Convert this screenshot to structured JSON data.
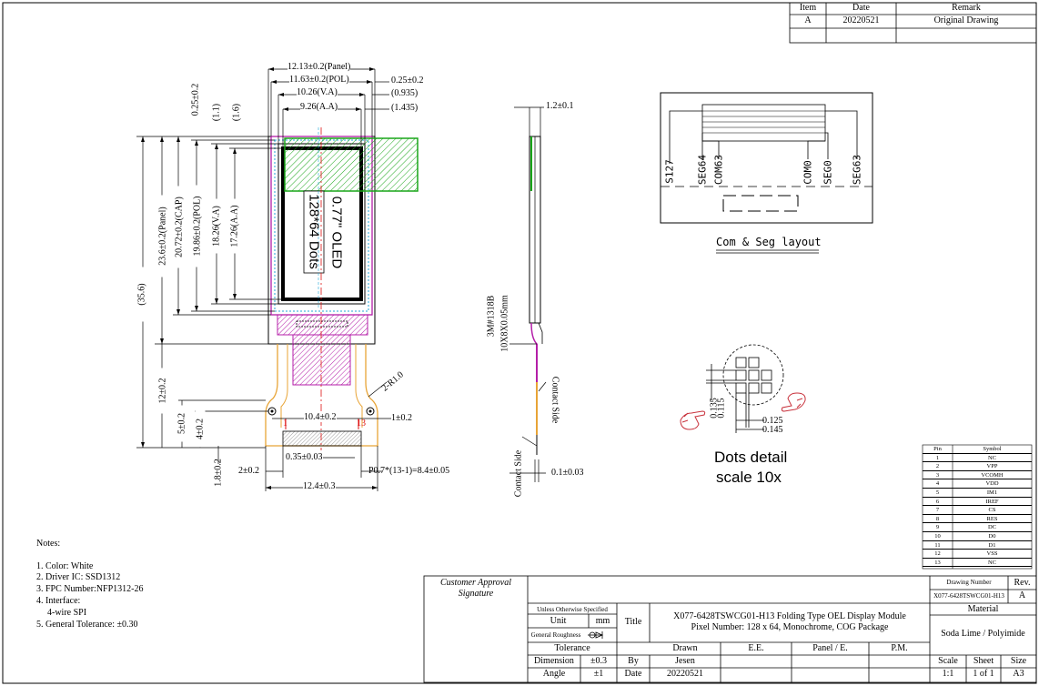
{
  "revision_table": {
    "headers": [
      "Item",
      "Date",
      "Remark"
    ],
    "row": [
      "A",
      "20220521",
      "Original Drawing"
    ]
  },
  "front_view": {
    "dim_panel_w": "12.13±0.2(Panel)",
    "dim_pol_w": "11.63±0.2(POL)",
    "dim_va_w": "10.26(V.A)",
    "dim_aa_w": "9.26(A.A)",
    "dim_r1": "0.25±0.2",
    "dim_r2": "(0.935)",
    "dim_r3": "(1.435)",
    "dim_top_1": "0.25±0.2",
    "dim_top_2": "(1.1)",
    "dim_top_3": "(1.6)",
    "dim_v_356": "(35.6)",
    "dim_v_panel": "23.6±0.2(Panel)",
    "dim_v_cap": "20.72±0.2(CAP)",
    "dim_v_pol": "19.86±0.2(POL)",
    "dim_v_va": "18.26(V.A)",
    "dim_v_aa": "17.26(A.A)",
    "oled_line1": "0.77\" OLED",
    "oled_line2": "128*64 Dots",
    "dim_12": "12±0.2",
    "dim_5": "5±0.2",
    "dim_4": "4±0.2",
    "dim_18": "1.8±0.2",
    "dim_104": "10.4±0.2",
    "dim_1": "1±0.2",
    "dim_r12": "2-R1.0",
    "pin_1": "1",
    "pin_13": "13",
    "dim_035": "0.35±0.03",
    "dim_2": "2±0.2",
    "dim_pitch": "P0.7*(13-1)=8.4±0.05",
    "dim_124": "12.4±0.3"
  },
  "side_view": {
    "dim_thick": "1.2±0.1",
    "tape": "3M#1318B",
    "tape_size": "10X8X0.05mm",
    "contact_side_1": "Contact Side",
    "contact_side_2": "Contact Side",
    "dim_fpc": "0.1±0.03"
  },
  "layout": {
    "labels": [
      "S127",
      "SEG64",
      "COM63",
      "COM0",
      "SEG0",
      "SEG63"
    ],
    "caption": "Com & Seg layout"
  },
  "dots": {
    "d1": "0.115",
    "d2": "0.135",
    "d3": "0.125",
    "d4": "0.145",
    "title1": "Dots detail",
    "title2": "scale 10x"
  },
  "pin_table": {
    "headers": [
      "Pin",
      "Symbol"
    ],
    "rows": [
      [
        "1",
        "NC"
      ],
      [
        "2",
        "VPP"
      ],
      [
        "3",
        "VCOMH"
      ],
      [
        "4",
        "VDD"
      ],
      [
        "5",
        "IM1"
      ],
      [
        "6",
        "IREF"
      ],
      [
        "7",
        "CS"
      ],
      [
        "8",
        "RES"
      ],
      [
        "9",
        "DC"
      ],
      [
        "10",
        "D0"
      ],
      [
        "11",
        "D1"
      ],
      [
        "12",
        "VSS"
      ],
      [
        "13",
        "NC"
      ]
    ]
  },
  "notes": {
    "title": "Notes:",
    "items": [
      "1. Color: White",
      "2. Driver IC: SSD1312",
      "3. FPC Number:NFP1312-26",
      "4. Interface:",
      "4-wire SPI",
      "5. General Tolerance: ±0.30"
    ]
  },
  "title_block": {
    "customer1": "Customer Approval",
    "customer2": "Signature",
    "unless": "Unless Otherwise Specified",
    "unit_label": "Unit",
    "unit_value": "mm",
    "roughness": "General Roughness",
    "tolerance": "Tolerance",
    "dimension_label": "Dimension",
    "dimension_value": "±0.3",
    "angle_label": "Angle",
    "angle_value": "±1",
    "title_label": "Title",
    "title_line1": "X077-6428TSWCG01-H13 Folding Type OEL Display Module",
    "title_line2": "Pixel Number: 128 x 64, Monochrome, COG Package",
    "drawn_label": "Drawn",
    "ee_label": "E.E.",
    "panel_label": "Panel / E.",
    "pm_label": "P.M.",
    "by_label": "By",
    "by_value": "Jesen",
    "date_label": "Date",
    "date_value": "20220521",
    "drawing_number_label": "Drawing Number",
    "drawing_number": "X077-6428TSWCG01-H13",
    "rev_label": "Rev.",
    "rev_value": "A",
    "material_label": "Material",
    "material_value": "Soda Lime / Polyimide",
    "scale_label": "Scale",
    "scale_value": "1:1",
    "sheet_label": "Sheet",
    "sheet_value": "1 of 1",
    "size_label": "Size",
    "size_value": "A3"
  }
}
